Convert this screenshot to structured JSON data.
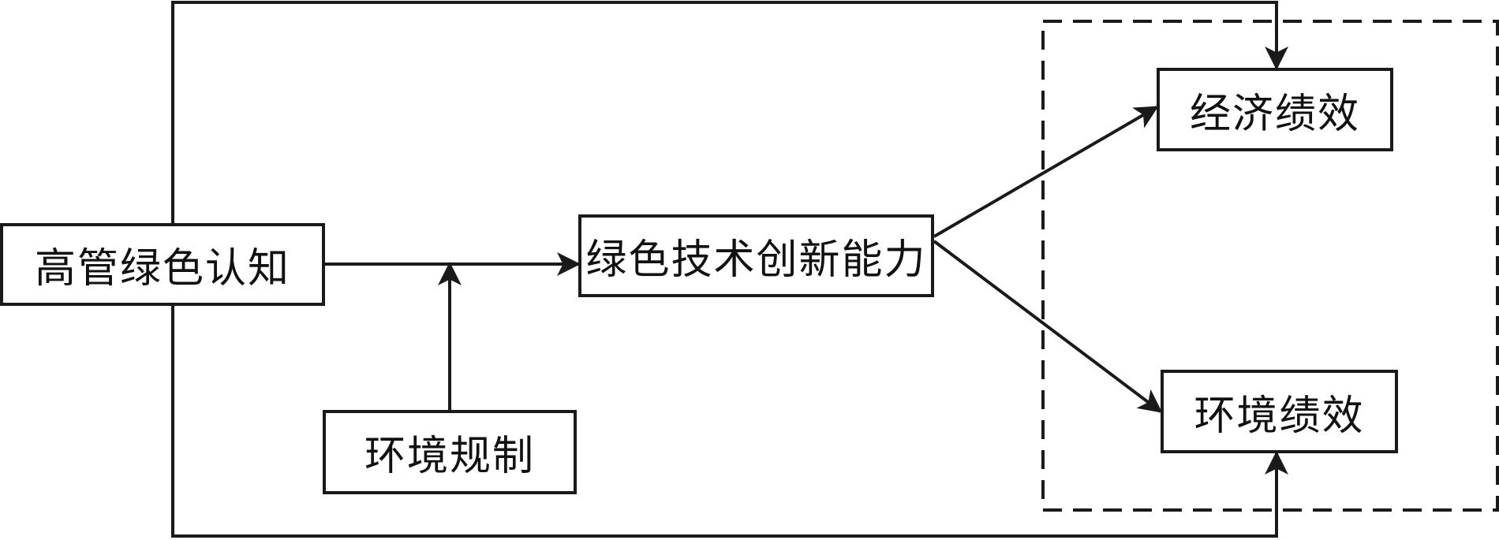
{
  "nodes": {
    "tmt_green_cognition": "高管绿色认知",
    "green_tech_innovation": "绿色技术创新能力",
    "environmental_regulation": "环境规制",
    "economic_performance": "经济绩效",
    "environmental_performance": "环境绩效"
  },
  "colors": {
    "line": "#1a1a1a",
    "text": "#111111",
    "background": "#ffffff"
  }
}
